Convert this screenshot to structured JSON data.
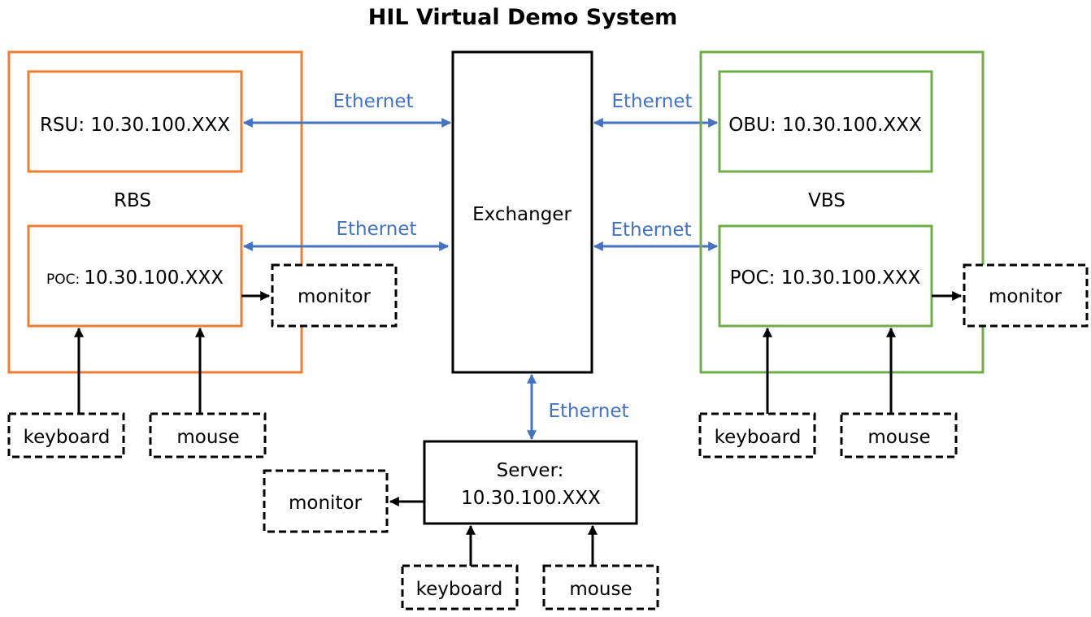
{
  "title": "HIL Virtual Demo System",
  "colors": {
    "rbs": "#ed7d31",
    "vbs": "#70ad47",
    "ethernet": "#4472c4",
    "line": "#000000"
  },
  "rbs": {
    "label": "RBS",
    "rsu": {
      "prefix": "RSU:",
      "ip": "10.30.100.XXX"
    },
    "poc": {
      "prefix": "POC:",
      "ip": "10.30.100.XXX"
    },
    "monitor": "monitor",
    "keyboard": "keyboard",
    "mouse": "mouse"
  },
  "exchanger": {
    "label": "Exchanger"
  },
  "vbs": {
    "label": "VBS",
    "obu": {
      "prefix": "OBU:",
      "ip": "10.30.100.XXX"
    },
    "poc": {
      "prefix": "POC:",
      "ip": "10.30.100.XXX"
    },
    "monitor": "monitor",
    "keyboard": "keyboard",
    "mouse": "mouse"
  },
  "server": {
    "line1": "Server:",
    "line2": "10.30.100.XXX",
    "monitor": "monitor",
    "keyboard": "keyboard",
    "mouse": "mouse"
  },
  "ethernet_labels": {
    "rsu_link": "Ethernet",
    "rbs_poc_link": "Ethernet",
    "obu_link": "Ethernet",
    "vbs_poc_link": "Ethernet",
    "server_link": "Ethernet"
  }
}
